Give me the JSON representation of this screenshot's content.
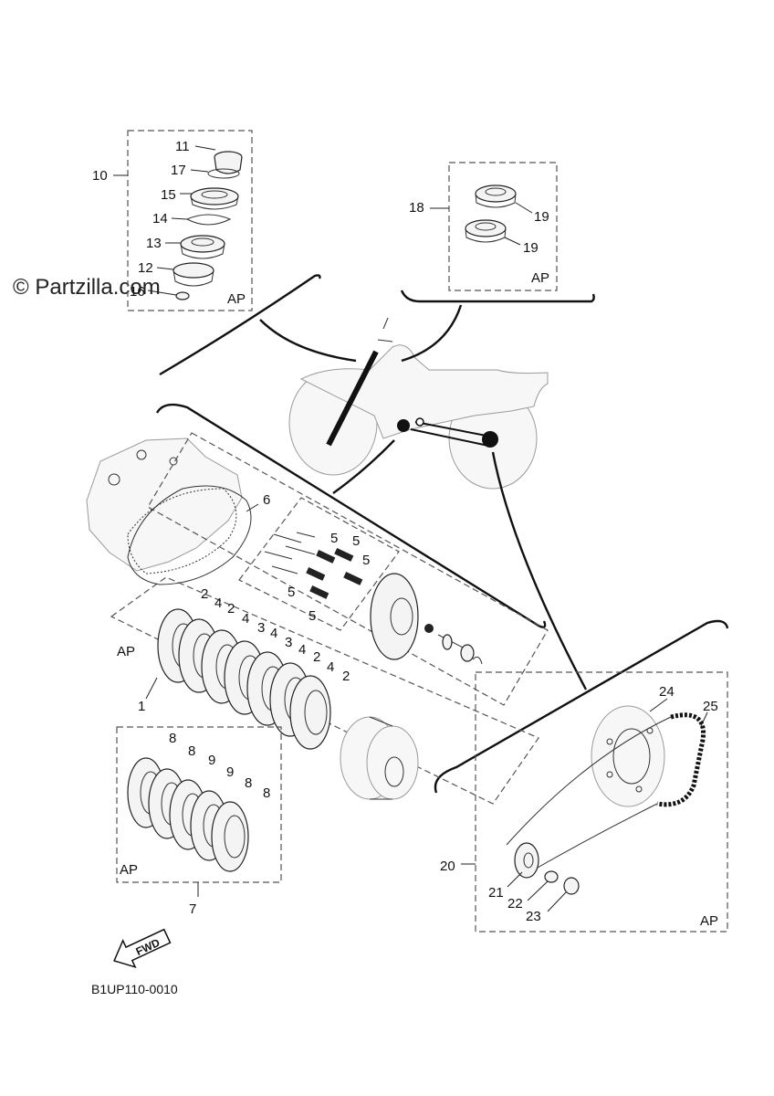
{
  "watermark": "© Partzilla.com",
  "diagram_code": "B1UP110-0010",
  "fwd_label": "FWD",
  "ap_label": "AP",
  "callouts": {
    "c1": "1",
    "c2a": "2",
    "c2b": "2",
    "c2c": "2",
    "c2d": "2",
    "c3a": "3",
    "c3b": "3",
    "c4a": "4",
    "c4b": "4",
    "c4c": "4",
    "c4d": "4",
    "c5a": "5",
    "c5b": "5",
    "c5c": "5",
    "c5d": "5",
    "c5e": "5",
    "c6": "6",
    "c7": "7",
    "c8a": "8",
    "c8b": "8",
    "c8c": "8",
    "c8d": "8",
    "c9a": "9",
    "c9b": "9",
    "c10": "10",
    "c11": "11",
    "c12": "12",
    "c13": "13",
    "c14": "14",
    "c15": "15",
    "c16": "16",
    "c17": "17",
    "c18": "18",
    "c19a": "19",
    "c19b": "19",
    "c20": "20",
    "c21": "21",
    "c22": "22",
    "c23": "23",
    "c24": "24",
    "c25": "25"
  },
  "icons": [
    "fwd-arrow-icon"
  ]
}
